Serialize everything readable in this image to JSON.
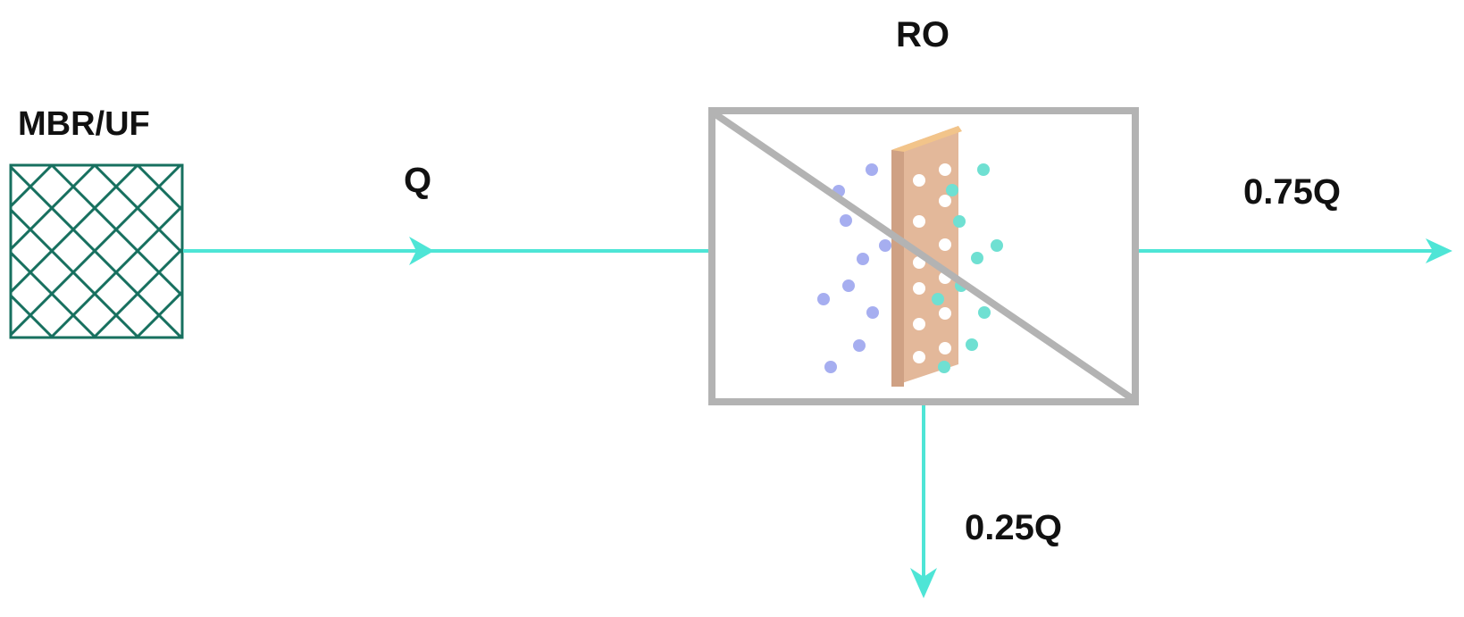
{
  "labels": {
    "mbr_uf": "MBR/UF",
    "ro": "RO",
    "feed": "Q",
    "permeate": "0.75Q",
    "concentrate": "0.25Q"
  },
  "colors": {
    "flow": "#4ee5d6",
    "filter_stroke": "#17705f",
    "vessel_stroke": "#b3b3b3",
    "membrane_face": "#e3b89a",
    "membrane_side": "#cfa184",
    "membrane_top": "#f2c48a",
    "pore": "#ffffff",
    "feed_particle": "#a6aef0",
    "permeate_particle": "#6fe0d2",
    "text": "#111111"
  },
  "icons": {
    "filter": "crosshatch-filter-icon",
    "ro_membrane": "ro-membrane-icon"
  }
}
